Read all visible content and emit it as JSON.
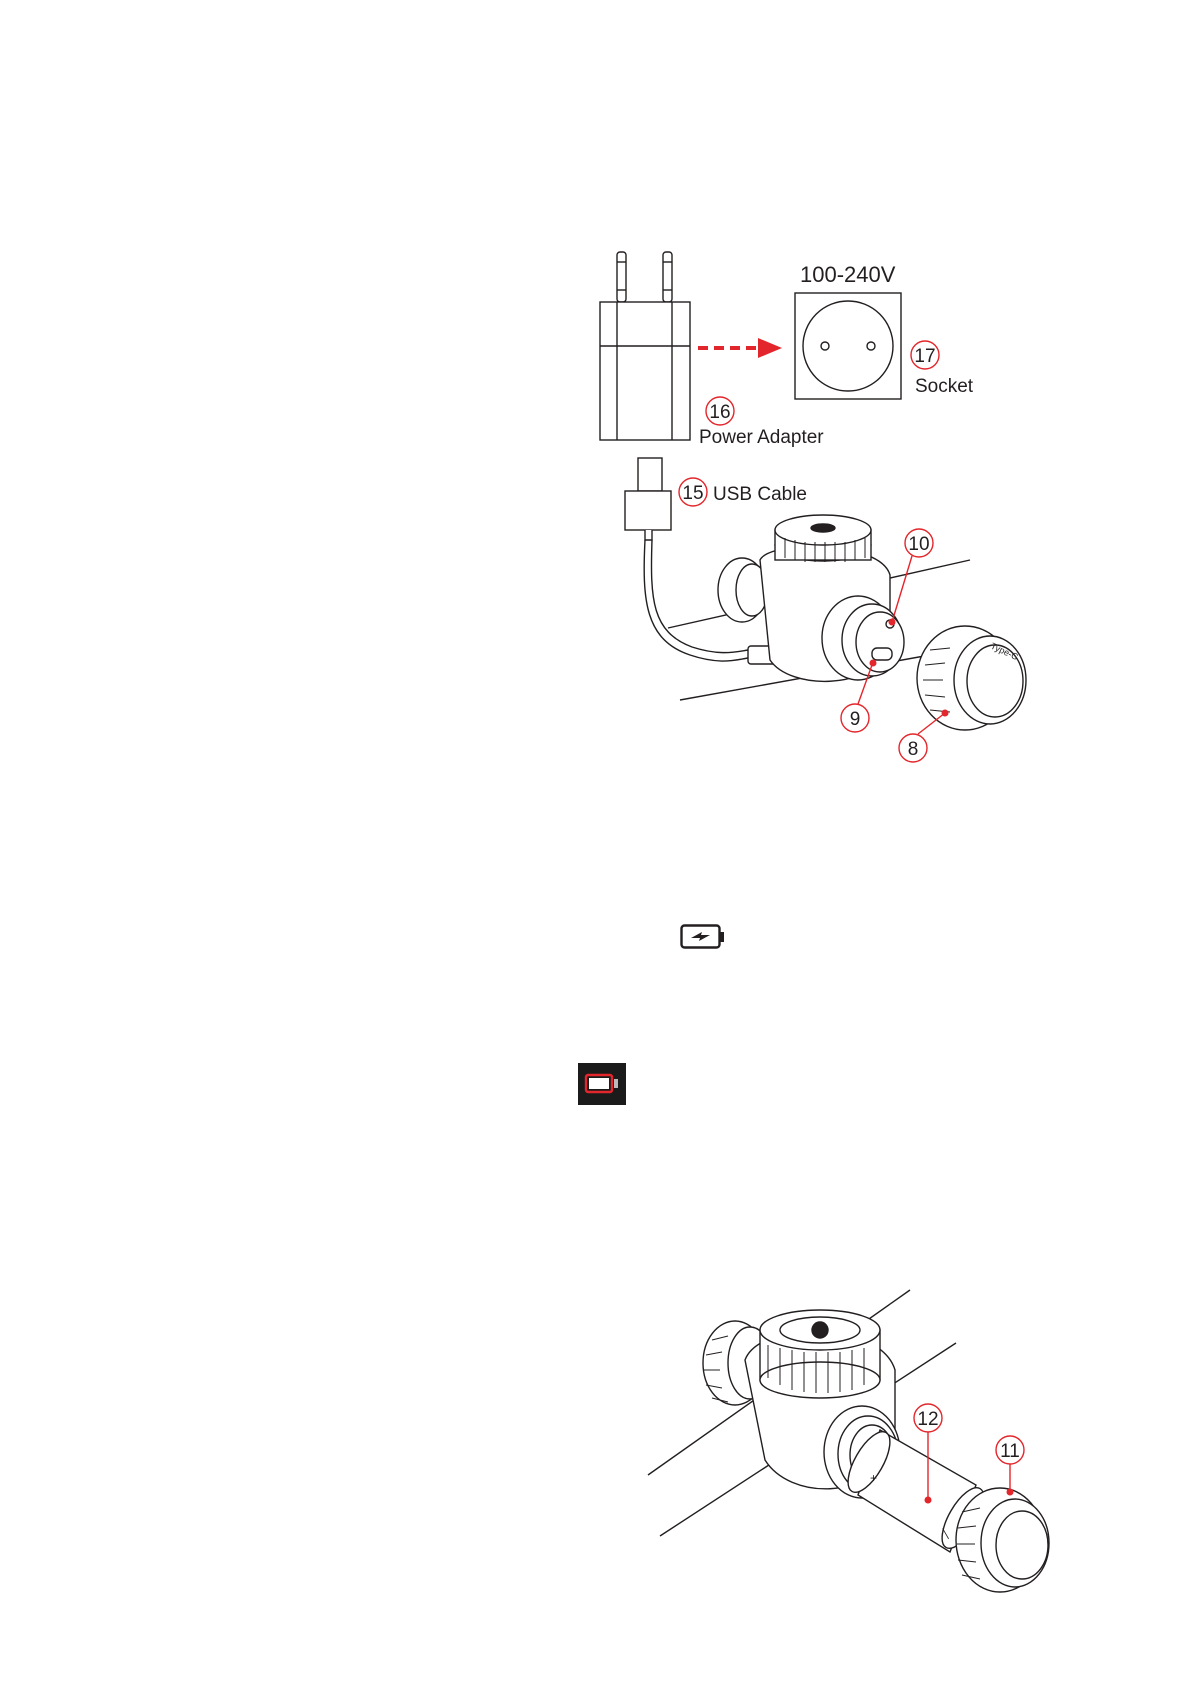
{
  "figure1": {
    "voltage": "100-240V",
    "labels": {
      "socket": "Socket",
      "power_adapter": "Power Adapter",
      "usb_cable": "USB Cable"
    },
    "callouts": {
      "socket": "17",
      "power_adapter": "16",
      "usb_cable": "15",
      "indicator": "10",
      "usb_port": "9",
      "battery_cap": "8"
    },
    "cap_text": "Type-C"
  },
  "icons": {
    "charging": "battery-charging-icon",
    "low_battery": "battery-low-icon"
  },
  "figure2": {
    "callouts": {
      "battery": "12",
      "battery_cap": "11"
    },
    "battery_plus": "+",
    "battery_minus": "—"
  },
  "colors": {
    "accent": "#e3262b",
    "line": "#231f20"
  }
}
